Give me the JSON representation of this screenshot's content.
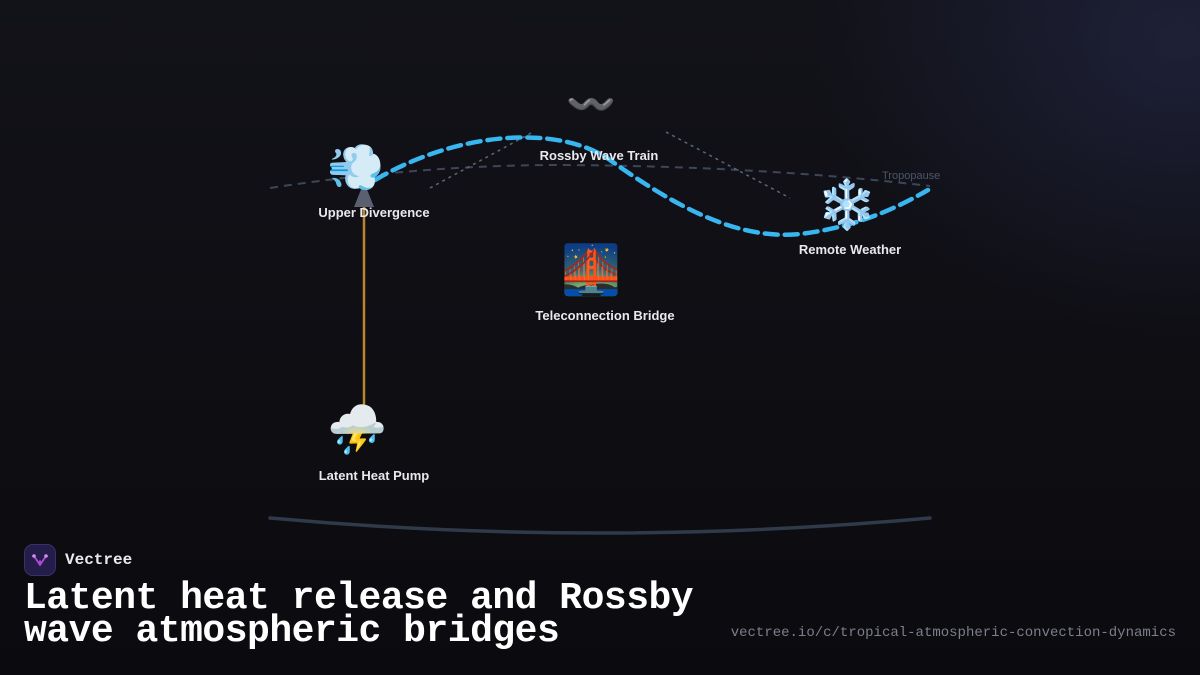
{
  "diagram": {
    "tropopause_label": "Tropopause",
    "nodes": {
      "upper_divergence": {
        "emoji": "💨",
        "label": "Upper Divergence"
      },
      "rossby_wave_train": {
        "emoji": "〰️",
        "label": "Rossby Wave Train"
      },
      "remote_weather": {
        "emoji": "❄️",
        "label": "Remote Weather"
      },
      "teleconnection_bridge": {
        "emoji": "🌉",
        "label": "Teleconnection Bridge"
      },
      "latent_heat_pump": {
        "emoji": "⛈️",
        "label": "Latent Heat Pump"
      }
    },
    "colors": {
      "wave": "#38b6f0",
      "updraft": "#b8862e",
      "arrow_head": "#5b6070",
      "tropopause": "#3c4658",
      "ground": "#2f3a4a",
      "guide": "#5c6678"
    }
  },
  "brand": {
    "name": "Vectree",
    "logo_icon": "vectree-tree-icon"
  },
  "title": "Latent heat release and Rossby wave atmospheric bridges",
  "url": "vectree.io/c/tropical-atmospheric-convection-dynamics"
}
